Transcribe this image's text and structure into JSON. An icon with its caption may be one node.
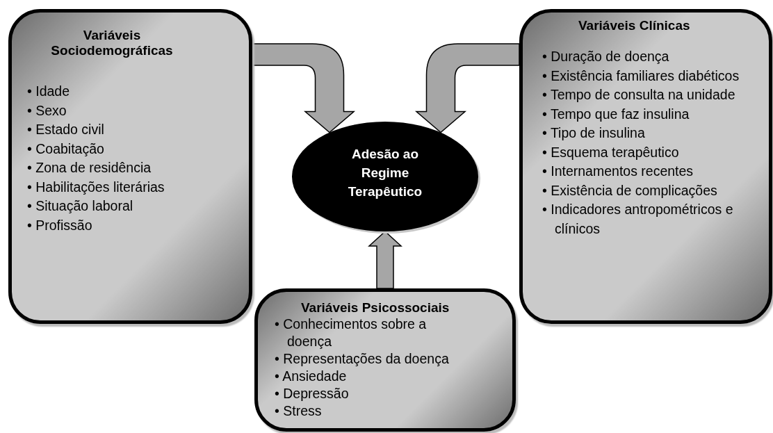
{
  "diagram": {
    "nodes": [
      {
        "text": [
          "Variáveis Sociodemográficas",
          "• Idade",
          "• Sexo",
          "• Estado civil",
          "• Coabitação",
          "• Zona de residência",
          "• Habilitações literárias",
          "• Situação laboral",
          "• Profissão"
        ]
      },
      {
        "text": [
          "Adesão ao Regime Terapêutico"
        ]
      },
      {
        "text": [
          "Variáveis Clínicas",
          "• Duração de doença",
          "• Existência familiares diabéticos",
          "• Tempo de consulta na unidade",
          "• Tempo que faz insulina",
          "• Tipo de insulina",
          "• Esquema terapêutico",
          "• Internamentos recentes",
          "• Existência de complicações",
          "• Indicadores antropométricos e clínicos"
        ]
      },
      {
        "text": [
          "Variáveis Psicossociais",
          "• Conhecimentos sobre a doença",
          "• Representações da doença",
          "• Ansiedade",
          "• Depressão",
          "• Stress"
        ]
      }
    ],
    "edges": [
      {
        "from": 0,
        "to": 1,
        "arrow": "to"
      },
      {
        "from": 2,
        "to": 1,
        "arrow": "to"
      },
      {
        "from": 3,
        "to": 1,
        "arrow": "to"
      }
    ]
  }
}
